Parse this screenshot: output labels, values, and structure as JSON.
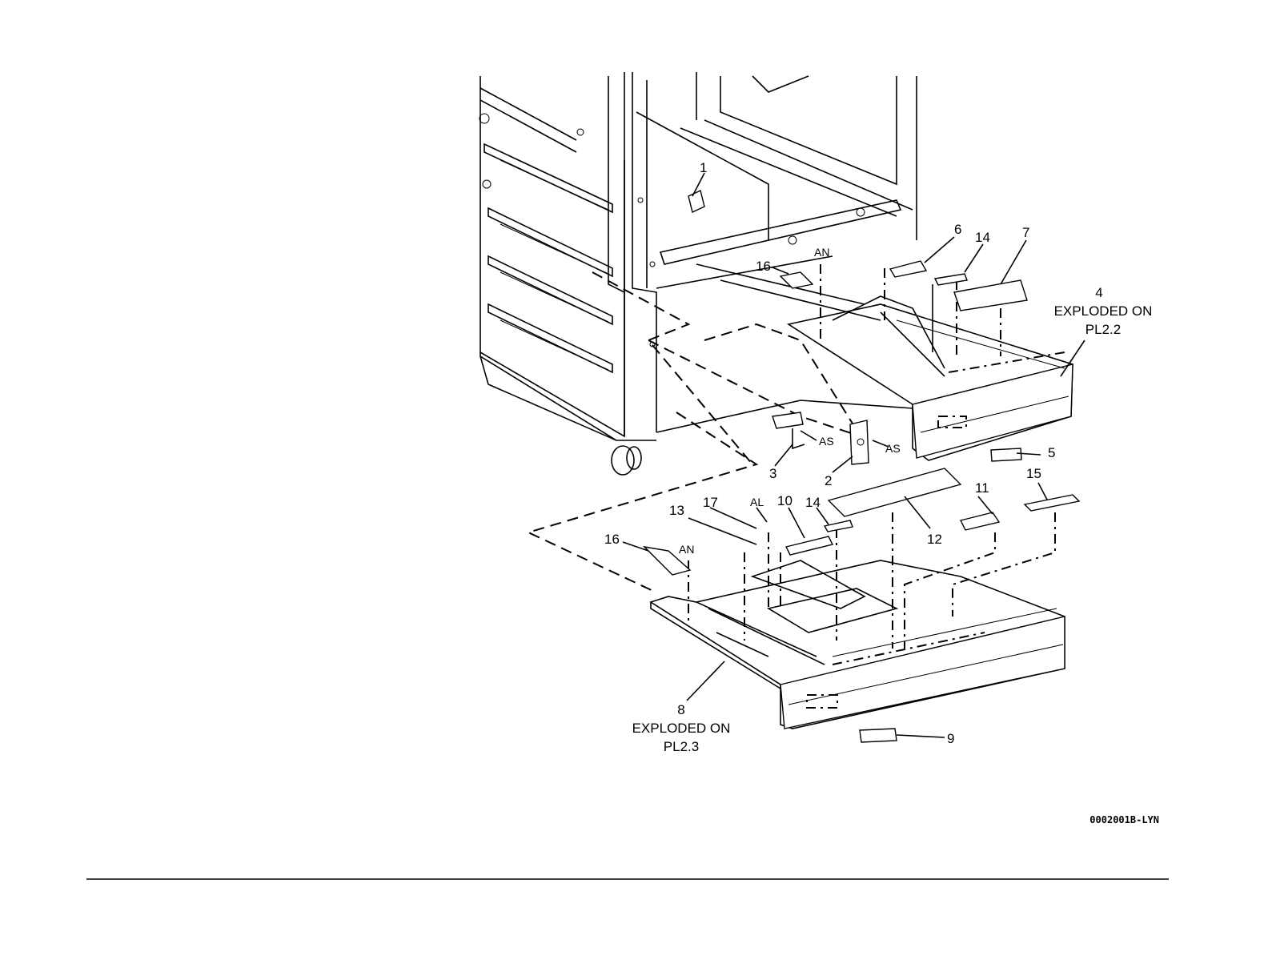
{
  "callouts": {
    "c1": "1",
    "c2": "2",
    "c3": "3",
    "c4": "4",
    "c4_line1": "EXPLODED ON",
    "c4_line2": "PL2.2",
    "c5": "5",
    "c6": "6",
    "c7": "7",
    "c8": "8",
    "c8_line1": "EXPLODED ON",
    "c8_line2": "PL2.3",
    "c9": "9",
    "c10": "10",
    "c11": "11",
    "c12": "12",
    "c13": "13",
    "c14a": "14",
    "c14b": "14",
    "c15": "15",
    "c16a": "16",
    "c16b": "16",
    "c17": "17"
  },
  "fasteners": {
    "an_top": "AN",
    "an_bottom": "AN",
    "as_left": "AS",
    "as_right": "AS",
    "al": "AL"
  },
  "figure_code": "0002001B-LYN"
}
